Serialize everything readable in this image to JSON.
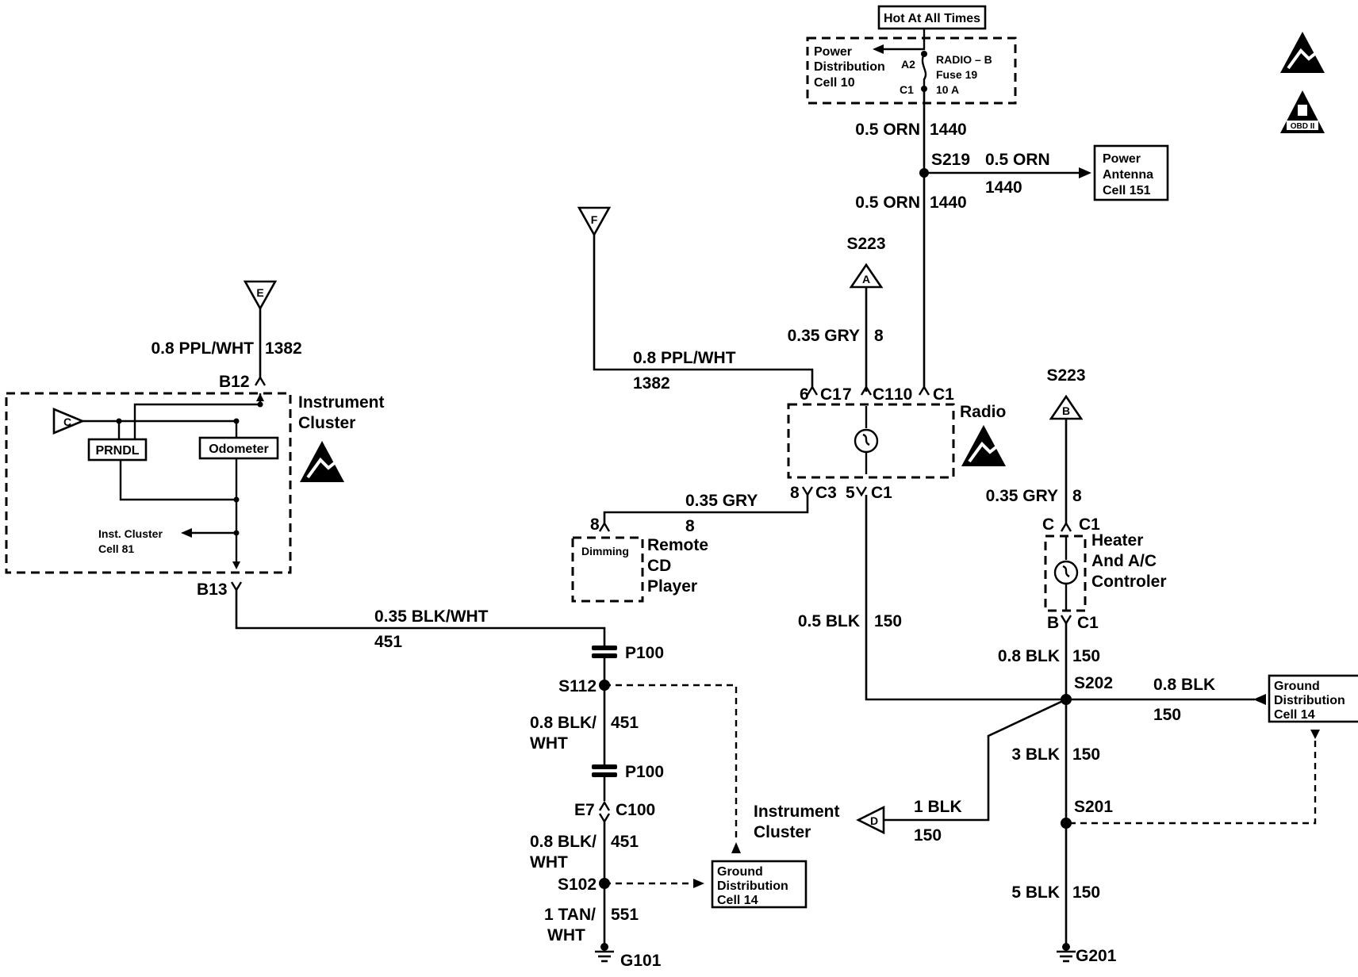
{
  "top": {
    "hot_label": "Hot At All Times",
    "pd_line1": "Power",
    "pd_line2": "Distribution",
    "pd_line3": "Cell 10",
    "a2": "A2",
    "c1": "C1",
    "fuse_line1": "RADIO – B",
    "fuse_line2": "Fuse 19",
    "fuse_line3": "10 A"
  },
  "esd_icon": "esd-warning-icon",
  "obd_icon_text": "OBD II",
  "main_feed": {
    "wire1_gauge": "0.5 ORN",
    "wire1_circuit": "1440",
    "splice": "S219",
    "branch_gauge": "0.5 ORN",
    "branch_circuit": "1440",
    "wire2_gauge": "0.5 ORN",
    "wire2_circuit": "1440"
  },
  "power_antenna": {
    "line1": "Power",
    "line2": "Antenna",
    "line3": "Cell 151"
  },
  "radio": {
    "s223_top": "S223",
    "arrow_a": "A",
    "gry_gauge": "0.35 GRY",
    "gry_circuit": "8",
    "pin_6": "6",
    "conn_c1_a": "C1",
    "pin_7": "7",
    "conn_c1_b": "C1",
    "pin_10": "10",
    "conn_c1_c": "C1",
    "name": "Radio",
    "pin_8": "8",
    "conn_c3": "C3",
    "pin_5": "5",
    "conn_c1_d": "C1"
  },
  "f_line": {
    "arrow_f": "F",
    "gauge": "0.8 PPL/WHT",
    "circuit": "1382"
  },
  "remote_cd": {
    "gauge": "0.35 GRY",
    "circuit": "8",
    "pin": "8",
    "dimming": "Dimming",
    "line1": "Remote",
    "line2": "CD",
    "line3": "Player"
  },
  "heater": {
    "s223": "S223",
    "arrow_b": "B",
    "gauge": "0.35 GRY",
    "circuit": "8",
    "pin_c": "C",
    "conn_c1": "C1",
    "line1": "Heater",
    "line2": "And A/C",
    "line3": "Controler",
    "pin_b": "B",
    "conn_c1_b": "C1",
    "out_gauge": "0.8 BLK",
    "out_circuit": "150"
  },
  "ground_right": {
    "radio_gnd_gauge": "0.5 BLK",
    "radio_gnd_circuit": "150",
    "splice_s202": "S202",
    "gd_gauge": "0.8 BLK",
    "gd_circuit": "150",
    "gd_line1": "Ground",
    "gd_line2": "Distribution",
    "gd_line3": "Cell 14",
    "blk3_gauge": "3 BLK",
    "blk3_circuit": "150",
    "splice_s201": "S201",
    "blk5_gauge": "5 BLK",
    "blk5_circuit": "150",
    "ground": "G201",
    "ic_line1": "Instrument",
    "ic_line2": "Cluster",
    "arrow_d": "D",
    "blk1_gauge": "1 BLK",
    "blk1_circuit": "150"
  },
  "cluster": {
    "arrow_e": "E",
    "in_gauge": "0.8 PPL/WHT",
    "in_circuit": "1382",
    "pin_b12": "B12",
    "name_line1": "Instrument",
    "name_line2": "Cluster",
    "arrow_c": "C",
    "prndl": "PRNDL",
    "odometer": "Odometer",
    "inst_line1": "Inst. Cluster",
    "inst_line2": "Cell 81",
    "pin_b13": "B13"
  },
  "ground_left": {
    "gauge1": "0.35 BLK/WHT",
    "circuit1": "451",
    "p100_a": "P100",
    "splice_s112": "S112",
    "gauge2_l1": "0.8 BLK/",
    "gauge2_l2": "WHT",
    "circuit2": "451",
    "p100_b": "P100",
    "pin_e7": "E7",
    "conn_c100": "C100",
    "gauge3_l1": "0.8 BLK/",
    "gauge3_l2": "WHT",
    "circuit3": "451",
    "splice_s102": "S102",
    "gd_line1": "Ground",
    "gd_line2": "Distribution",
    "gd_line3": "Cell 14",
    "gauge4_l1": "1 TAN/",
    "gauge4_l2": "WHT",
    "circuit4": "551",
    "ground": "G101"
  }
}
